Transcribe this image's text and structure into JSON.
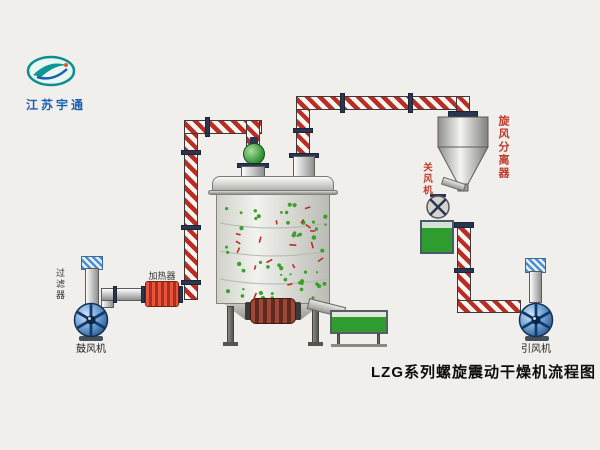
{
  "page": {
    "background": "#f0efec",
    "title": "LZG系列螺旋震动干燥机流程图"
  },
  "logo": {
    "company": "江苏宇通"
  },
  "components": {
    "filter": {
      "label": "过滤器"
    },
    "blower_fan": {
      "label": "鼓风机"
    },
    "heater": {
      "label": "加热器"
    },
    "cyclone_separator": {
      "label": "旋风分离器"
    },
    "rotary_airlock": {
      "label": "关风机"
    },
    "induced_draft_fan": {
      "label": "引风机"
    }
  },
  "colors": {
    "pipe_red": "#bb2d22",
    "material_green": "#3aa12b",
    "label_red": "#c0392b",
    "logo_blue": "#1b5fae",
    "tank_green": "#2f9c2f"
  }
}
